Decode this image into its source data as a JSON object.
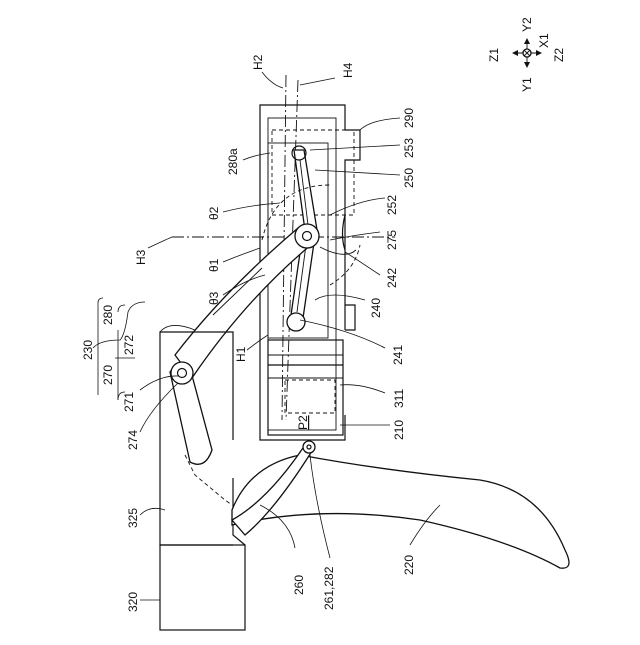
{
  "figure": {
    "coord": {
      "z1": "Z1",
      "y1": "Y1",
      "y2": "Y2",
      "x1": "X1",
      "z2": "Z2"
    },
    "lines": {
      "h1": "H1",
      "h2": "H2",
      "h3": "H3",
      "h4": "H4"
    },
    "angles": {
      "t1": "θ1",
      "t2": "θ2",
      "t3": "θ3"
    },
    "refs": {
      "r230": "230",
      "r270": "270",
      "r280": "280",
      "r271": "271",
      "r272": "272",
      "r274": "274",
      "r325": "325",
      "r320": "320",
      "r260": "260",
      "r261_282": "261,282",
      "r220": "220",
      "r210": "210",
      "r311": "311",
      "r241": "241",
      "r240": "240",
      "r242": "242",
      "r275": "275",
      "r252": "252",
      "r250": "250",
      "r253": "253",
      "r290": "290",
      "r280a": "280a",
      "p2": "P2"
    }
  }
}
